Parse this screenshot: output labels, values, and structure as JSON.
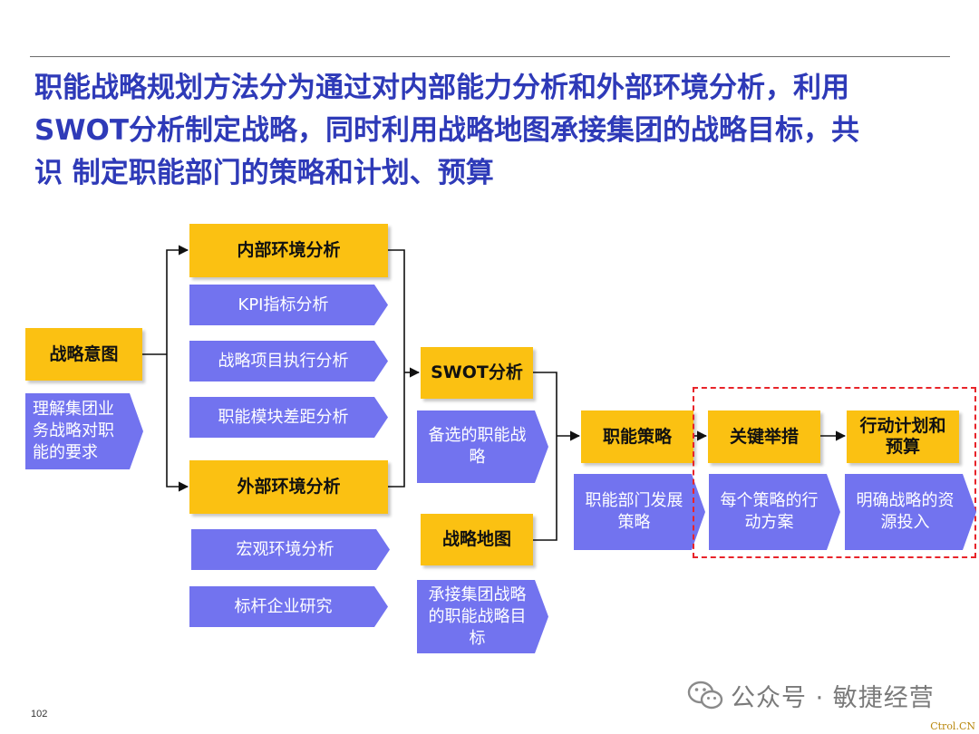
{
  "title": {
    "line1": "职能战略规划方法分为通过对内部能力分析和外部环境分析，利用",
    "line2": "SWOT分析制定战略，同时利用战略地图承接集团的战略目标，共",
    "line3": "识 制定职能部门的策略和计划、预算"
  },
  "diagram": {
    "strategic_intent": "战略意图",
    "strategic_intent_desc": "理解集团业务战略对职能的要求",
    "internal_analysis": "内部环境分析",
    "kpi_analysis": "KPI指标分析",
    "project_execution_analysis": "战略项目执行分析",
    "module_gap_analysis": "职能模块差距分析",
    "external_analysis": "外部环境分析",
    "macro_analysis": "宏观环境分析",
    "benchmark_research": "标杆企业研究",
    "swot_analysis": "SWOT分析",
    "swot_desc": "备选的职能战略",
    "strategy_map": "战略地图",
    "strategy_map_desc": "承接集团战略的职能战略目标",
    "functional_strategy": "职能策略",
    "functional_strategy_desc": "职能部门发展策略",
    "key_measures": "关键举措",
    "key_measures_desc": "每个策略的行动方案",
    "action_plan": "行动计划和预算",
    "action_plan_desc": "明确战略的资源投入"
  },
  "footer": {
    "page_number": "102",
    "watermark": "公众号 · 敏捷经营",
    "source": "Ctrol.CN"
  },
  "colors": {
    "title": "#2e3ab8",
    "yellow_box": "#fbc112",
    "purple_box": "#7273ef",
    "dashed_border": "#e8242a"
  }
}
